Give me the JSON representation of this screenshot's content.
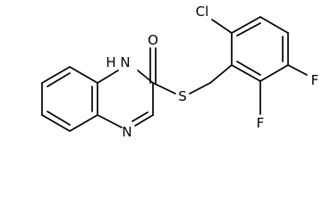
{
  "atoms": {
    "carbonyl_oxygen": "O",
    "amide_nitrogen": "N",
    "amide_hydrogen": "H",
    "ring_nitrogen": "N",
    "sulfur": "S",
    "chlorine": "Cl",
    "fluorine_top": "F",
    "fluorine_bottom": "F"
  }
}
